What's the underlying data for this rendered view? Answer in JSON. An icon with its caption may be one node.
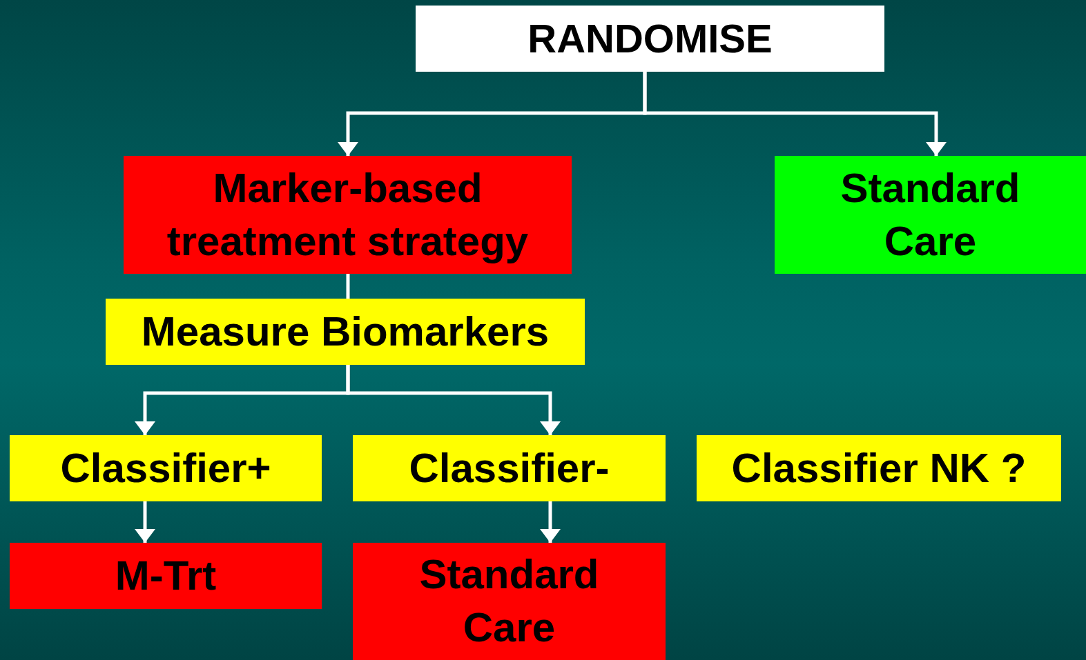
{
  "diagram": {
    "nodes": [
      {
        "text": [
          "RANDOMISE"
        ]
      },
      {
        "text": [
          "Marker-based treatment strategy"
        ]
      },
      {
        "text": [
          "Standard Care"
        ]
      },
      {
        "text": [
          "Measure Biomarkers"
        ]
      },
      {
        "text": [
          "Classifier+"
        ]
      },
      {
        "text": [
          "Classifier-"
        ]
      },
      {
        "text": [
          "Classifier NK ?"
        ]
      },
      {
        "text": [
          "M-Trt"
        ]
      },
      {
        "text": [
          "Standard Care"
        ]
      }
    ],
    "edges": [
      {
        "from": 0,
        "to": 1,
        "arrow": "to"
      },
      {
        "from": 0,
        "to": 2,
        "arrow": "to"
      },
      {
        "from": 1,
        "to": 3,
        "arrow": "none"
      },
      {
        "from": 3,
        "to": 4,
        "arrow": "to"
      },
      {
        "from": 3,
        "to": 5,
        "arrow": "to"
      },
      {
        "from": 4,
        "to": 7,
        "arrow": "to"
      },
      {
        "from": 5,
        "to": 8,
        "arrow": "to"
      }
    ]
  }
}
